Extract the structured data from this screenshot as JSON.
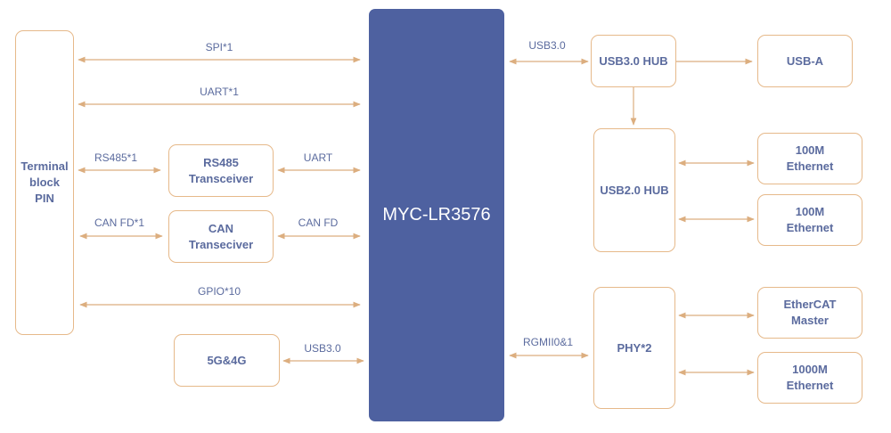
{
  "colors": {
    "cpu_fill": "#4e61a0",
    "box_border": "#e6b98a",
    "arrow": "#dcae7f",
    "text": "#5b6b9e"
  },
  "cpu": {
    "label": "MYC-LR3576"
  },
  "blocks": {
    "terminal": "Terminal\nblock\nPIN",
    "rs485": "RS485\nTransceiver",
    "can": "CAN\nTranseciver",
    "g5g4": "5G&4G",
    "usb3hub": "USB3.0 HUB",
    "usba": "USB-A",
    "usb2hub": "USB2.0 HUB",
    "eth1": "100M\nEthernet",
    "eth2": "100M\nEthernet",
    "phy": "PHY*2",
    "ethercat": "EtherCAT\nMaster",
    "eth1000": "1000M\nEthernet"
  },
  "links": {
    "spi": "SPI*1",
    "uart1": "UART*1",
    "rs485_1": "RS485*1",
    "uart": "UART",
    "canfd1": "CAN FD*1",
    "canfd": "CAN FD",
    "gpio": "GPIO*10",
    "usb3_5g": "USB3.0",
    "usb3_hub": "USB3.0",
    "rgmii": "RGMII0&1"
  }
}
